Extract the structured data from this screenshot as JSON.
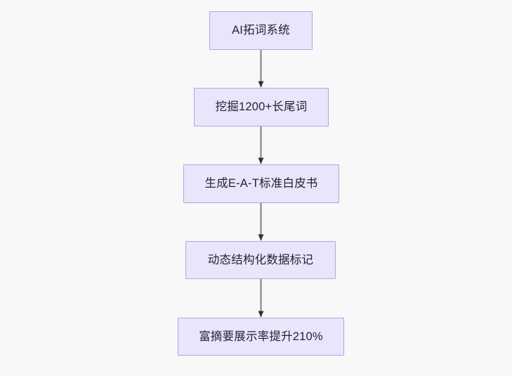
{
  "diagram": {
    "type": "flowchart",
    "direction": "top-to-bottom",
    "background_color": "#f8f8f8",
    "node_fill_color": "#e9e5fb",
    "node_border_color": "#b7a3e0",
    "node_text_color": "#1f2430",
    "edge_color": "#7f7f7f",
    "arrowhead_color": "#333333",
    "nodes": [
      {
        "id": "node-0",
        "label": "AI拓词系统"
      },
      {
        "id": "node-1",
        "label": "挖掘1200+长尾词"
      },
      {
        "id": "node-2",
        "label": "生成E-A-T标准白皮书"
      },
      {
        "id": "node-3",
        "label": "动态结构化数据标记"
      },
      {
        "id": "node-4",
        "label": "富摘要展示率提升210%"
      }
    ],
    "edges": [
      {
        "id": "edge-0",
        "from": "node-0",
        "to": "node-1",
        "label": ""
      },
      {
        "id": "edge-1",
        "from": "node-1",
        "to": "node-2",
        "label": ""
      },
      {
        "id": "edge-2",
        "from": "node-2",
        "to": "node-3",
        "label": ""
      },
      {
        "id": "edge-3",
        "from": "node-3",
        "to": "node-4",
        "label": ""
      }
    ]
  }
}
